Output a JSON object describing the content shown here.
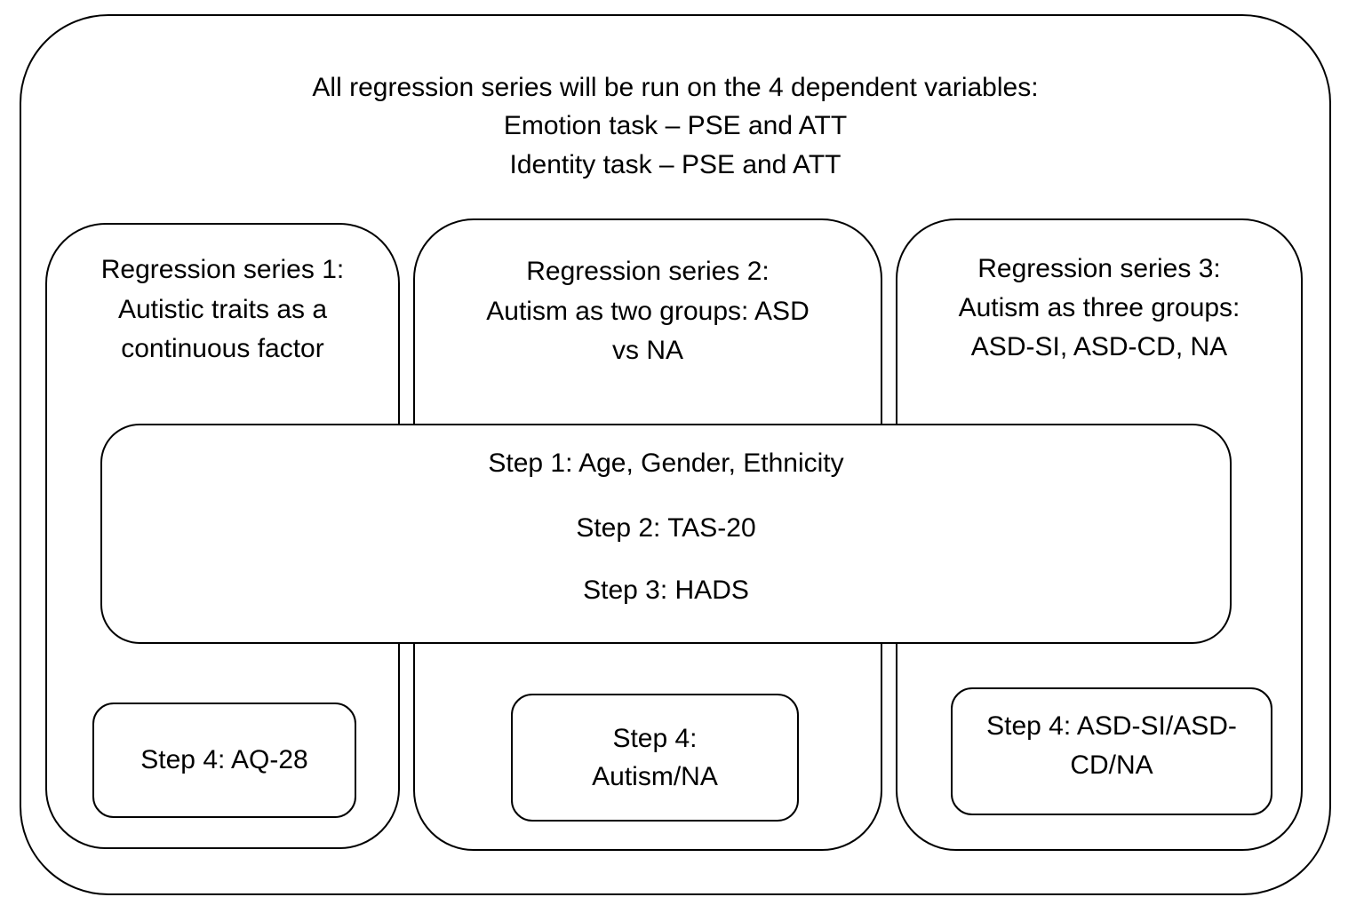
{
  "header": {
    "lines": [
      "All regression series will be run on the 4 dependent variables:",
      "Emotion task – PSE and ATT",
      "Identity task – PSE and ATT"
    ]
  },
  "series": [
    {
      "title_lines": [
        "Regression series 1:",
        "Autistic traits as a",
        "continuous  factor"
      ],
      "step4_lines": [
        "Step 4: AQ-28"
      ]
    },
    {
      "title_lines": [
        "Regression series 2:",
        "Autism  as two groups: ASD",
        "vs NA"
      ],
      "step4_lines": [
        "Step 4:",
        "Autism/NA"
      ]
    },
    {
      "title_lines": [
        "Regression series 3:",
        "Autism  as three groups:",
        "ASD-SI, ASD-CD, NA"
      ],
      "step4_lines": [
        "Step 4: ASD-SI/ASD-",
        "CD/NA"
      ]
    }
  ],
  "shared_steps": [
    "Step 1:  Age, Gender,  Ethnicity",
    "Step 2: TAS-20",
    "Step 3: HADS"
  ]
}
